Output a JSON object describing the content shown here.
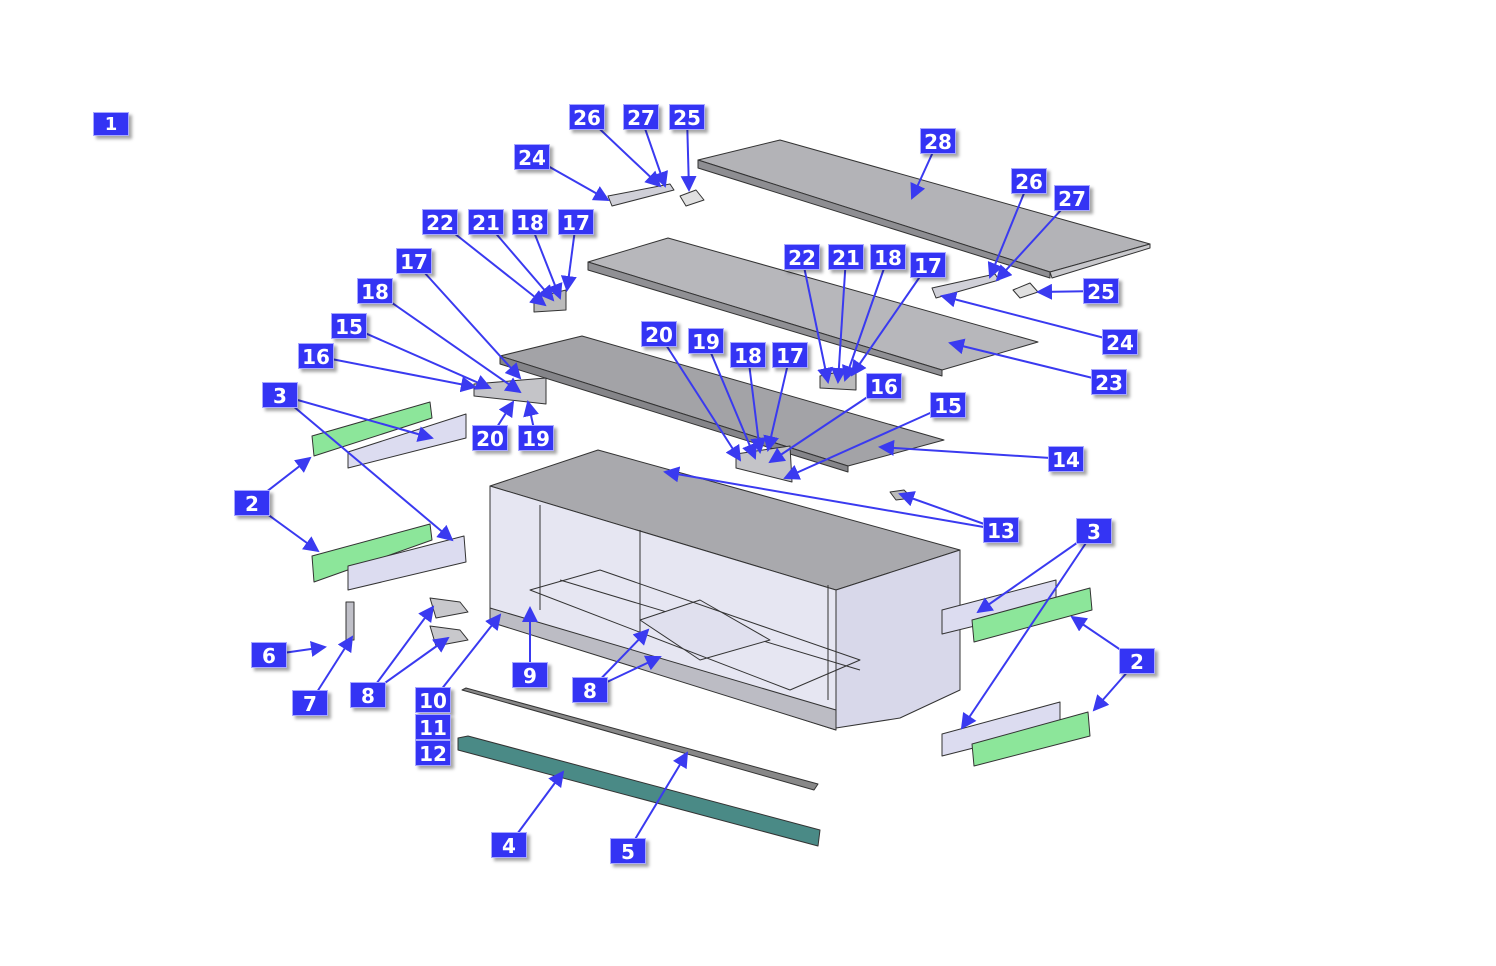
{
  "diagram": {
    "sheet_label": "1",
    "callouts": [
      "26",
      "27",
      "25",
      "24",
      "28",
      "26",
      "27",
      "25",
      "24",
      "23",
      "22",
      "21",
      "18",
      "17",
      "22",
      "21",
      "18",
      "17",
      "17",
      "18",
      "15",
      "16",
      "3",
      "20",
      "19",
      "18",
      "17",
      "16",
      "15",
      "20",
      "19",
      "14",
      "13",
      "2",
      "3",
      "2",
      "6",
      "7",
      "8",
      "10",
      "11",
      "12",
      "9",
      "8",
      "4",
      "5"
    ]
  },
  "colors": {
    "callout_bg": "#3434f4",
    "callout_text": "#ffffff",
    "leader": "#3a3af0",
    "part_gray": "#a9a9ad",
    "part_light": "#d6d6e6",
    "foam_green": "#7ee08a",
    "felt_teal": "#4a8a86"
  }
}
